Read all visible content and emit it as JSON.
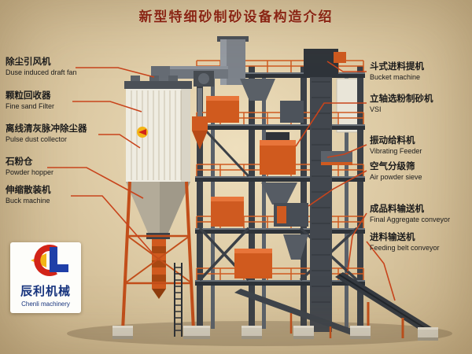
{
  "title": "新型特细砂制砂设备构造介绍",
  "labels_left": [
    {
      "zh": "除尘引风机",
      "en": "Duse induced draft fan"
    },
    {
      "zh": "颗粒回收器",
      "en": "Fine sand Filter"
    },
    {
      "zh": "离线清灰脉冲除尘器",
      "en": "Pulse dust collector"
    },
    {
      "zh": "石粉仓",
      "en": "Powder hopper"
    },
    {
      "zh": "伸缩散装机",
      "en": "Buck machine"
    }
  ],
  "labels_right": [
    {
      "zh": "斗式进料提机",
      "en": "Bucket machine"
    },
    {
      "zh": "立轴选粉制砂机",
      "en": "VSI"
    },
    {
      "zh": "振动给料机",
      "en": "Vibrating Feeder"
    },
    {
      "zh": "空气分级筛",
      "en": "Air powder sieve"
    },
    {
      "zh": "成品料输送机",
      "en": "Final Aggregate conveyor"
    },
    {
      "zh": "进料输送机",
      "en": "Feeding belt conveyor"
    }
  ],
  "logo": {
    "company_zh": "辰利机械",
    "company_en": "Chenli machinery"
  },
  "colors": {
    "background_tan": "#dcc9a3",
    "title_red": "#8e1f10",
    "leader_line": "#c8441c",
    "machine_orange": "#d05a1e",
    "steel_dark": "#3b4047",
    "collector_white": "#efece1",
    "logo_blue": "#16337d",
    "logo_red": "#d22418",
    "logo_yellow": "#f3b517"
  }
}
